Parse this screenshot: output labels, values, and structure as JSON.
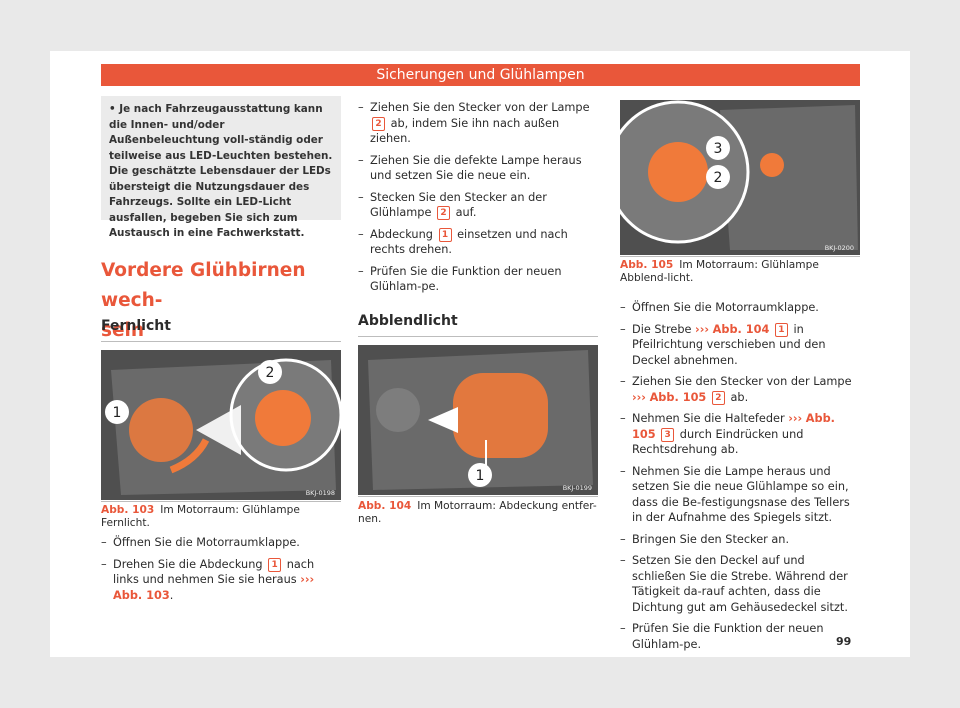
{
  "header": {
    "title": "Sicherungen und Glühlampen"
  },
  "notice": {
    "text": "Je nach Fahrzeugausstattung kann die Innen- und/oder Außenbeleuchtung voll-ständig oder teilweise aus LED-Leuchten bestehen. Die geschätzte Lebensdauer der LEDs übersteigt die Nutzungsdauer des Fahrzeugs. Sollte ein LED-Licht ausfallen, begeben Sie sich zum Austausch in eine Fachwerkstatt."
  },
  "section": {
    "title_line1": "Vordere Glühbirnen wech-",
    "title_line2": "seln"
  },
  "fernlicht": {
    "heading": "Fernlicht",
    "figure": {
      "id": "BKJ-0198",
      "callouts": [
        "1",
        "2"
      ]
    },
    "caption": {
      "label": "Abb. 103",
      "text": "Im Motorraum: Glühlampe Fernlicht."
    },
    "steps": [
      {
        "text": "Öffnen Sie die Motorraumklappe."
      },
      {
        "pre": "Drehen Sie die Abdeckung",
        "num": "1",
        "post": "nach links und nehmen Sie sie heraus",
        "arrow": "›››",
        "ref": "Abb. 103",
        "end": "."
      }
    ]
  },
  "col2_steps": [
    {
      "pre": "Ziehen Sie den Stecker von der Lampe",
      "num": "2",
      "post": "ab, indem Sie ihn nach außen ziehen."
    },
    {
      "pre": "Ziehen Sie die defekte Lampe heraus und setzen Sie die neue ein."
    },
    {
      "pre": "Stecken Sie den Stecker an der Glühlampe",
      "num": "2",
      "post": "auf."
    },
    {
      "pre": "Abdeckung",
      "num": "1",
      "post": "einsetzen und nach rechts drehen."
    },
    {
      "pre": "Prüfen Sie die Funktion der neuen Glühlam-pe."
    }
  ],
  "abblendlicht": {
    "heading": "Abblendlicht",
    "figure": {
      "id": "BKJ-0199",
      "callouts": [
        "1"
      ]
    },
    "caption": {
      "label": "Abb. 104",
      "text": "Im Motorraum: Abdeckung entfer-nen."
    }
  },
  "col3": {
    "figure": {
      "id": "BKJ-0200",
      "callouts": [
        "3",
        "2"
      ]
    },
    "caption": {
      "label": "Abb. 105",
      "text": "Im Motorraum: Glühlampe Abblend-licht."
    },
    "steps": [
      {
        "pre": "Öffnen Sie die Motorraumklappe."
      },
      {
        "pre": "Die Strebe",
        "arrow": "›››",
        "ref": "Abb. 104",
        "num": "1",
        "post": "in Pfeilrichtung verschieben und den Deckel abnehmen."
      },
      {
        "pre": "Ziehen Sie den Stecker von der Lampe",
        "arrow": "›››",
        "ref": "Abb. 105",
        "num": "2",
        "post": "ab."
      },
      {
        "pre": "Nehmen Sie die Haltefeder",
        "arrow": "›››",
        "ref": "Abb. 105",
        "num": "3",
        "post": "durch Eindrücken und Rechtsdrehung ab."
      },
      {
        "pre": "Nehmen Sie die Lampe heraus und setzen Sie die neue Glühlampe so ein, dass die Be-festigungsnase des Tellers in der Aufnahme des Spiegels sitzt."
      },
      {
        "pre": "Bringen Sie den Stecker an."
      },
      {
        "pre": "Setzen Sie den Deckel auf und schließen Sie die Strebe. Während der Tätigkeit da-rauf achten, dass die Dichtung gut am Gehäusedeckel sitzt."
      },
      {
        "pre": "Prüfen Sie die Funktion der neuen Glühlam-pe."
      }
    ]
  },
  "page_number": "99",
  "colors": {
    "accent": "#e9573a",
    "notice_bg": "#ebebeb"
  }
}
